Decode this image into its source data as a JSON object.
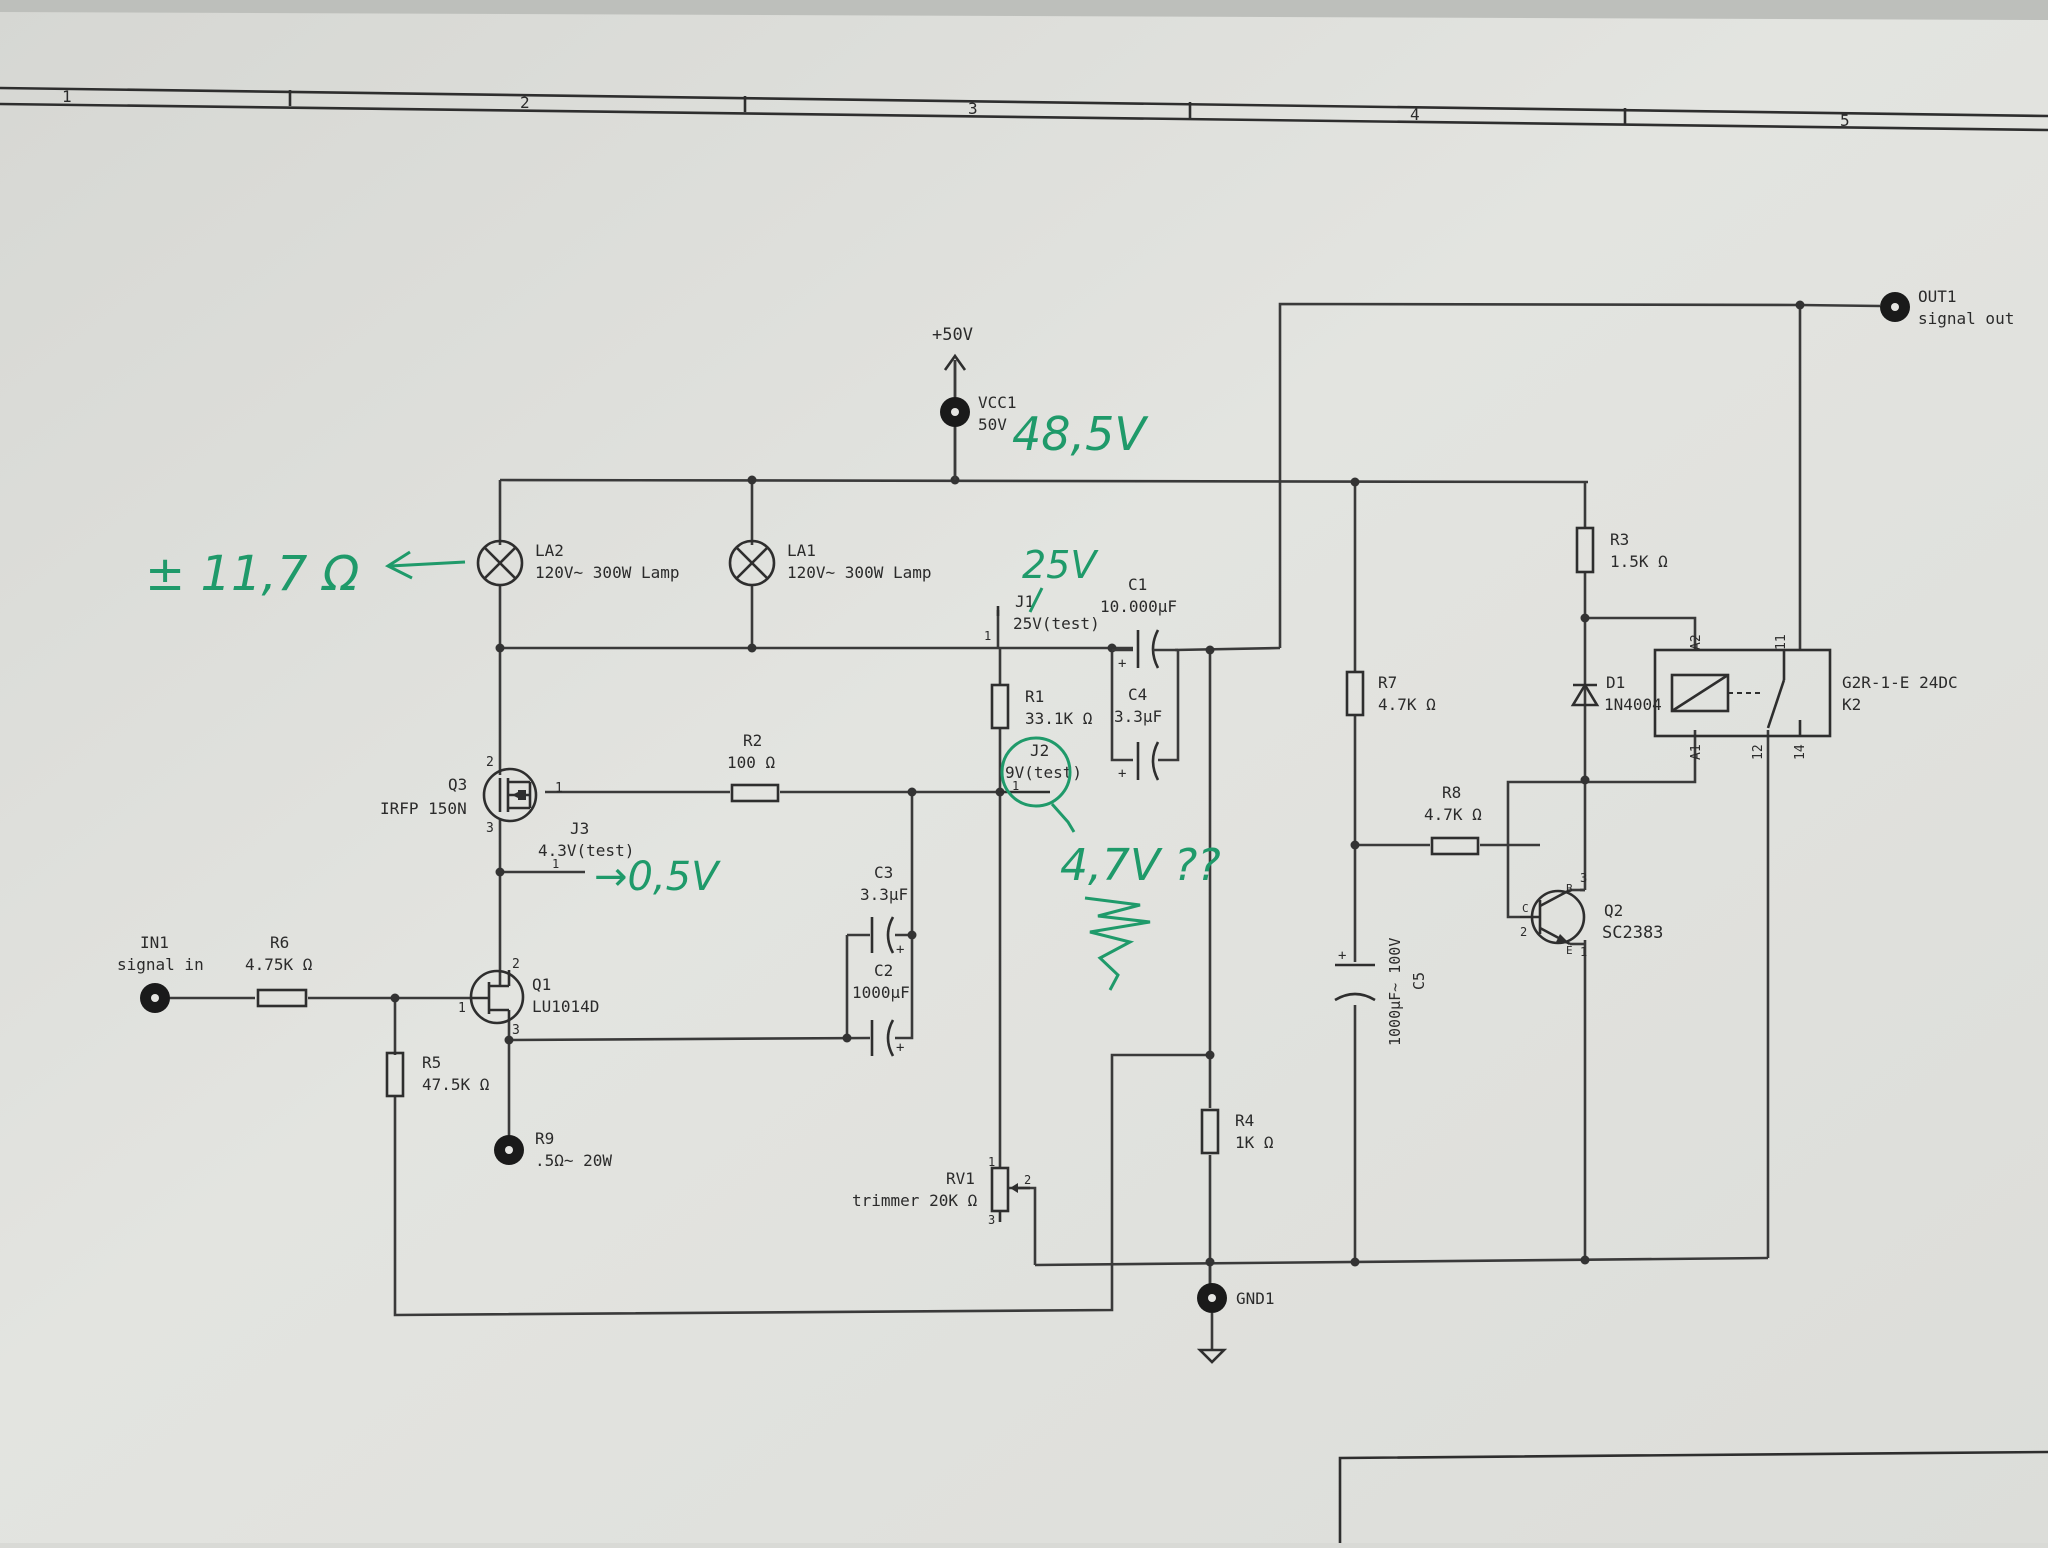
{
  "frame": {
    "columns": [
      "1",
      "2",
      "3",
      "4",
      "5"
    ]
  },
  "components": {
    "vcc1": {
      "ref": "VCC1",
      "value": "50V",
      "net": "+50V"
    },
    "gnd1": {
      "ref": "GND1"
    },
    "out1": {
      "ref": "OUT1",
      "value": "signal out"
    },
    "in1": {
      "ref": "IN1",
      "value": "signal in"
    },
    "la2": {
      "ref": "LA2",
      "value": "120V~ 300W Lamp"
    },
    "la1": {
      "ref": "LA1",
      "value": "120V~ 300W Lamp"
    },
    "j1": {
      "ref": "J1",
      "value": "25V(test)",
      "pin": "1"
    },
    "j2": {
      "ref": "J2",
      "value": "9V(test)",
      "pin": "1"
    },
    "j3": {
      "ref": "J3",
      "value": "4.3V(test)",
      "pin": "1"
    },
    "c1": {
      "ref": "C1",
      "value": "10.000µF"
    },
    "c4": {
      "ref": "C4",
      "value": "3.3µF"
    },
    "c3": {
      "ref": "C3",
      "value": "3.3µF"
    },
    "c2": {
      "ref": "C2",
      "value": "1000µF"
    },
    "c5": {
      "ref": "C5",
      "value": "1000µF~ 100V"
    },
    "r1": {
      "ref": "R1",
      "value": "33.1K Ω"
    },
    "r2": {
      "ref": "R2",
      "value": "100 Ω"
    },
    "r3": {
      "ref": "R3",
      "value": "1.5K Ω"
    },
    "r4": {
      "ref": "R4",
      "value": "1K Ω"
    },
    "r5": {
      "ref": "R5",
      "value": "47.5K Ω"
    },
    "r6": {
      "ref": "R6",
      "value": "4.75K Ω"
    },
    "r7": {
      "ref": "R7",
      "value": "4.7K Ω"
    },
    "r8": {
      "ref": "R8",
      "value": "4.7K Ω"
    },
    "r9": {
      "ref": "R9",
      "value": ".5Ω~ 20W"
    },
    "rv1": {
      "ref": "RV1",
      "value": "trimmer 20K Ω",
      "pin1": "1",
      "pin2": "2",
      "pin3": "3"
    },
    "q1": {
      "ref": "Q1",
      "value": "LU1014D",
      "pin1": "1",
      "pin2": "2",
      "pin3": "3"
    },
    "q3": {
      "ref": "Q3",
      "value": "IRFP 150N",
      "pin1": "1",
      "pin2": "2",
      "pin3": "3"
    },
    "q2": {
      "ref": "Q2",
      "value": "SC2383",
      "pin1": "1",
      "pin2": "2",
      "pin3": "3",
      "c": "C",
      "b": "B",
      "e": "E"
    },
    "d1": {
      "ref": "D1",
      "value": "1N4004"
    },
    "k2": {
      "ref": "K2",
      "value": "G2R-1-E 24DC",
      "a1": "A1",
      "a2": "A2",
      "p11": "11",
      "p12": "12",
      "p14": "14"
    }
  },
  "annotations": {
    "vcc_measured": "48,5V",
    "lamp_resistance": "± 11,7 Ω",
    "j1_measured": "25V",
    "j3_measured": "→0,5V",
    "j2_measured": "4,7V ??"
  },
  "colors": {
    "paper": "#dfe0dc",
    "ink": "#2b2b2b",
    "handwriting": "#1f9a6a"
  }
}
